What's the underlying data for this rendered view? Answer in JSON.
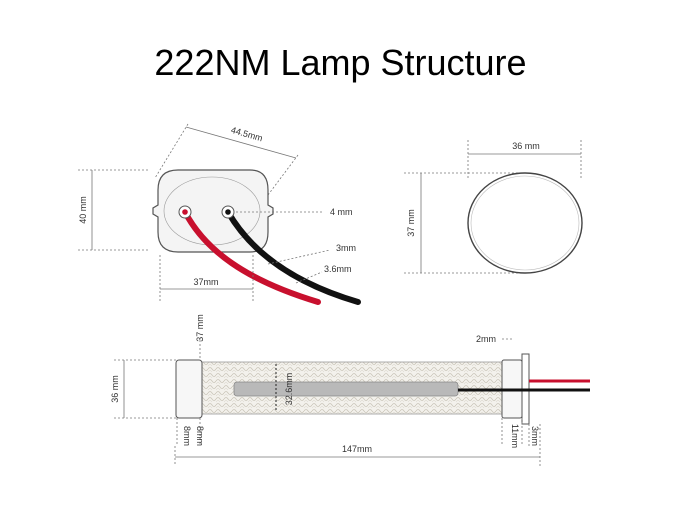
{
  "title": "222NM Lamp Structure",
  "colors": {
    "red_wire": "#c8102e",
    "black_wire": "#111111"
  },
  "base_view": {
    "width_label": "37mm",
    "height_label": "40 mm",
    "diagonal_label": "44.5mm",
    "hole_label": "4 mm",
    "wire_label_1": "3mm",
    "wire_label_2": "3.6mm"
  },
  "end_view": {
    "width_label": "36 mm",
    "height_label": "37 mm"
  },
  "side_view": {
    "height_label": "36 mm",
    "cap_label": "37 mm",
    "inner_label": "32.6mm",
    "left_cap_label_1": "8mm",
    "left_cap_label_2": "8mm",
    "end_gap_label": "2mm",
    "right_cap_label": "11mm",
    "right_flange_label": "3mm",
    "length_label": "147mm"
  }
}
